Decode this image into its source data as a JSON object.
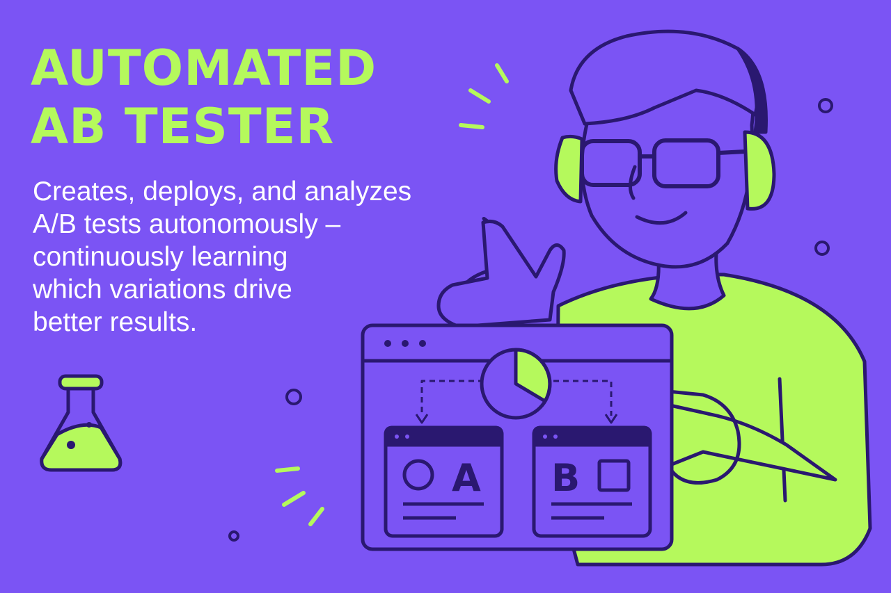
{
  "headline": {
    "line1": "AUTOMATED",
    "line2": "AB TESTER"
  },
  "tagline": {
    "line1": "Creates, deploys, and analyzes",
    "line2": "A/B tests autonomously –",
    "line3": "continuously learning",
    "line4": "which variations drive",
    "line5": "better results."
  },
  "variants": {
    "a": "A",
    "b": "B"
  },
  "colors": {
    "background": "#7b54f4",
    "accent": "#b5f95c",
    "ink": "#2a1870",
    "text": "#ffffff"
  },
  "icons": {
    "flask": "flask-icon",
    "pie_chart": "pie-chart-icon",
    "sparkles": "sparkle-icon"
  }
}
